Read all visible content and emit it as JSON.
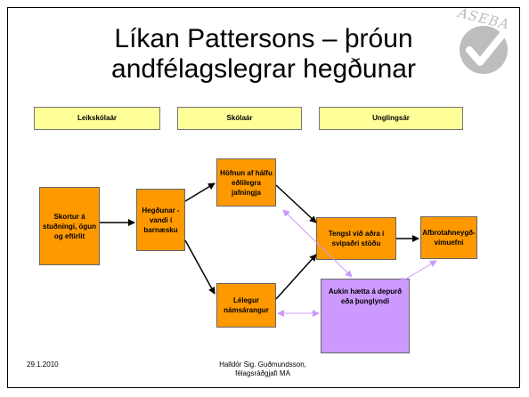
{
  "slide": {
    "title_line1": "Líkan Pattersons – þróun",
    "title_line2": "andfélagslegrar hegðunar",
    "logo_text": "ASEBA"
  },
  "phases": [
    "Leikskólaár",
    "Skólaár",
    "Unglingsár"
  ],
  "boxes": {
    "skortur": "Skortur á stuðningi, ögun og eftirlit",
    "hegdunar": "Hegðunar -vandi í barnæsku",
    "hofnun": "Höfnun af hálfu eðlilegra jafningja",
    "lelegur": "Lélegur námsárangur",
    "tengsl": "Tengsl við aðra í svipaðri stöðu",
    "afbrot": "Afbrotahneygð-vímuefni",
    "aukin": "Aukin hætta á depurð eða þunglyndi"
  },
  "footer": {
    "date": "29.1.2010",
    "author_line1": "Halldór Sig. Guðmundsson,",
    "author_line2": "félagsráðgjafi MA"
  },
  "colors": {
    "orange": "#ff9900",
    "yellow": "#ffff99",
    "purple": "#cc99ff",
    "lilac_arrow": "#cc99ff"
  }
}
